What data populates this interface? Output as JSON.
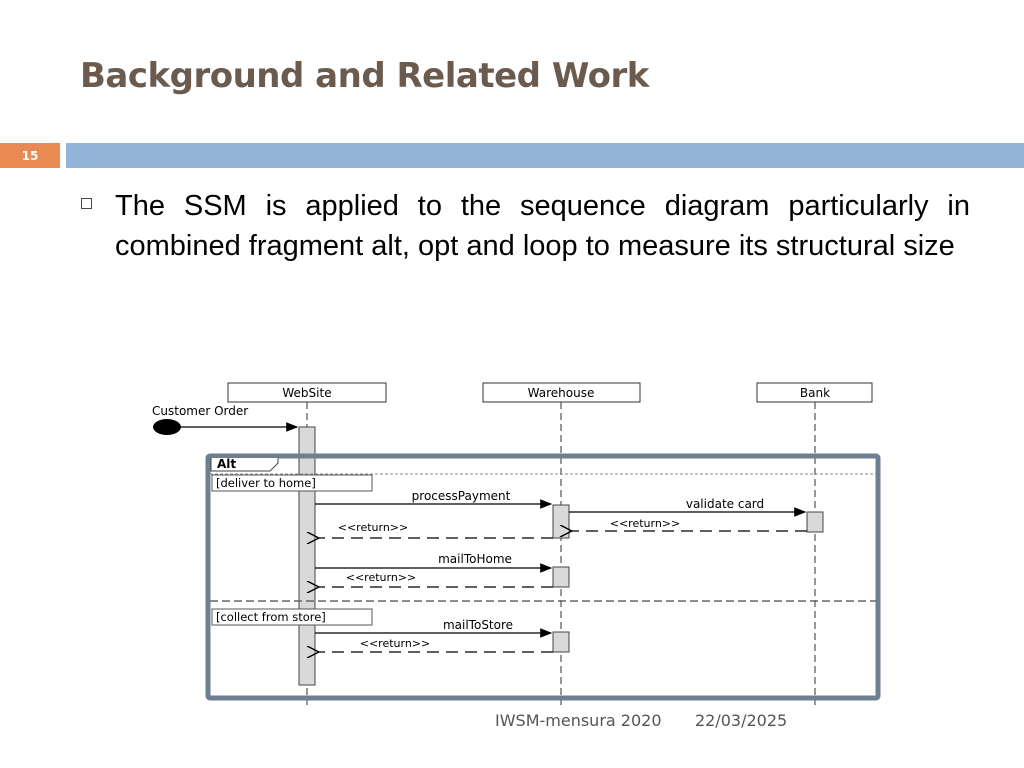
{
  "slide": {
    "title": "Background and Related Work",
    "number": "15",
    "bullet": "The SSM is applied to the sequence diagram particularly in combined fragment alt, opt and loop to measure its structural size"
  },
  "diagram": {
    "lifelines": [
      "WebSite",
      "Warehouse",
      "Bank"
    ],
    "initial_message": "Customer Order",
    "fragment": {
      "operator": "Alt",
      "guards": [
        "[deliver to home]",
        "[collect from store]"
      ]
    },
    "messages": [
      {
        "label": "processPayment",
        "from": "WebSite",
        "to": "Warehouse",
        "kind": "call"
      },
      {
        "label": "validate card",
        "from": "Warehouse",
        "to": "Bank",
        "kind": "call"
      },
      {
        "label": "<<return>>",
        "from": "Bank",
        "to": "Warehouse",
        "kind": "return"
      },
      {
        "label": "<<return>>",
        "from": "Warehouse",
        "to": "WebSite",
        "kind": "return"
      },
      {
        "label": "mailToHome",
        "from": "WebSite",
        "to": "Warehouse",
        "kind": "call"
      },
      {
        "label": "<<return>>",
        "from": "Warehouse",
        "to": "WebSite",
        "kind": "return"
      },
      {
        "label": "mailToStore",
        "from": "WebSite",
        "to": "Warehouse",
        "kind": "call"
      },
      {
        "label": "<<return>>",
        "from": "Warehouse",
        "to": "WebSite",
        "kind": "return"
      }
    ]
  },
  "footer": {
    "conference": "IWSM-mensura 2020",
    "date": "22/03/2025"
  },
  "colors": {
    "title": "#6b5a4e",
    "badge": "#e98a52",
    "bar": "#93b4d6",
    "frame": "#6e7f90"
  }
}
